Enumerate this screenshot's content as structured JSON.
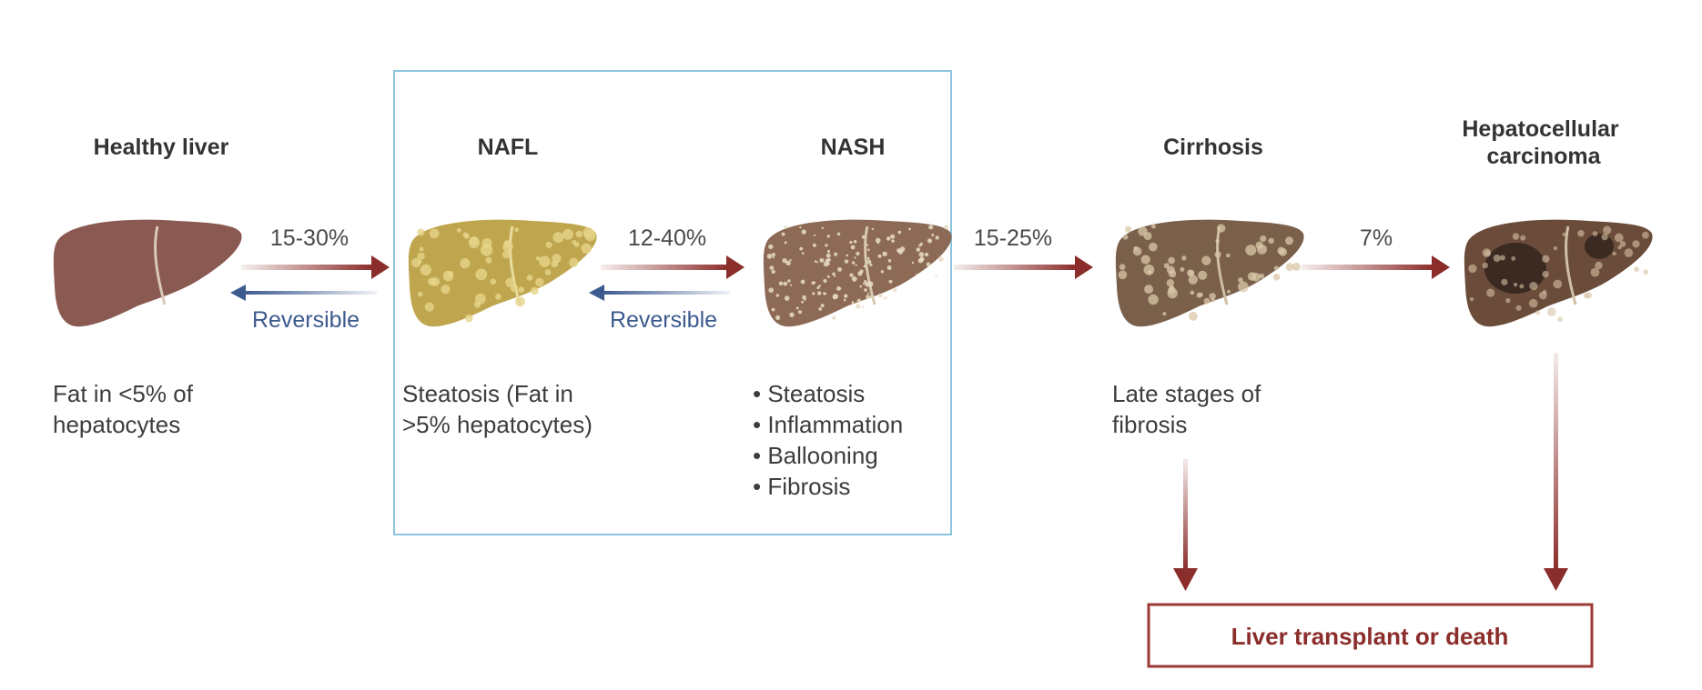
{
  "stages": [
    {
      "id": "healthy",
      "title_lines": [
        "Healthy liver"
      ],
      "desc_lines": [
        "Fat in <5% of",
        "hepatocytes"
      ]
    },
    {
      "id": "nafl",
      "title_lines": [
        "NAFL"
      ],
      "desc_lines": [
        "Steatosis (Fat in",
        ">5% hepatocytes)"
      ]
    },
    {
      "id": "nash",
      "title_lines": [
        "NASH"
      ],
      "desc_lines": [
        "• Steatosis",
        "• Inflammation",
        "• Ballooning",
        "• Fibrosis"
      ]
    },
    {
      "id": "cirrhosis",
      "title_lines": [
        "Cirrhosis"
      ],
      "desc_lines": [
        "Late stages of",
        "fibrosis"
      ]
    },
    {
      "id": "hcc",
      "title_lines": [
        "Hepatocellular",
        "carcinoma"
      ],
      "desc_lines": []
    }
  ],
  "transitions": [
    {
      "from": "healthy",
      "to": "nafl",
      "percent": "15-30%",
      "reverse_label": "Reversible"
    },
    {
      "from": "nafl",
      "to": "nash",
      "percent": "12-40%",
      "reverse_label": "Reversible"
    },
    {
      "from": "nash",
      "to": "cirrhosis",
      "percent": "15-25%",
      "reverse_label": ""
    },
    {
      "from": "cirrhosis",
      "to": "hcc",
      "percent": "7%",
      "reverse_label": ""
    }
  ],
  "outcome": {
    "label": "Liver transplant or death"
  },
  "colors": {
    "forward_arrow": "#8b2e2b",
    "reverse_arrow": "#3d5a8f",
    "nafl_nash_box": "#8cc4df",
    "outcome_border": "#9b3a35",
    "liver_healthy": "#8a5a52",
    "liver_nafl": "#bfa64e",
    "liver_nash": "#8c6a55",
    "liver_cirrhosis": "#7a5f4a",
    "liver_hcc": "#6b4c3a"
  }
}
